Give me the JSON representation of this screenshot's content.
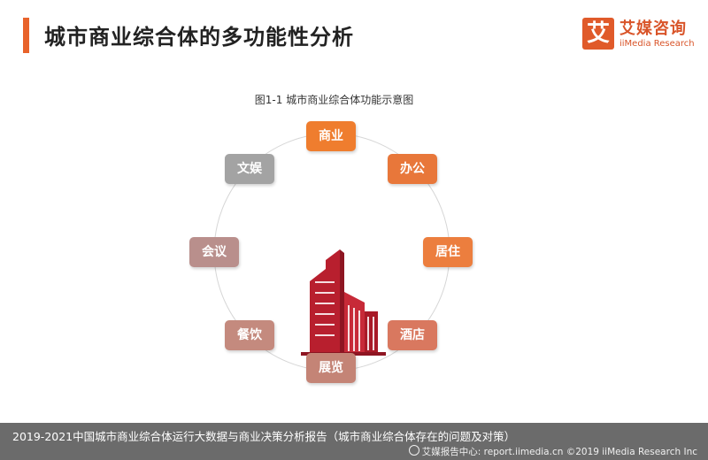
{
  "header": {
    "title": "城市商业综合体的多功能性分析",
    "accent_color": "#e8632b"
  },
  "logo": {
    "mark": "艾",
    "name_cn": "艾媒咨询",
    "name_en": "iiMedia Research"
  },
  "figure": {
    "title": "图1-1 城市商业综合体功能示意图",
    "center_icon": "building-icon",
    "nodes": [
      {
        "label": "商业",
        "color": "#ef7d2e"
      },
      {
        "label": "办公",
        "color": "#e8773a"
      },
      {
        "label": "居住",
        "color": "#ec7e3e"
      },
      {
        "label": "酒店",
        "color": "#d9785f"
      },
      {
        "label": "展览",
        "color": "#c48476"
      },
      {
        "label": "餐饮",
        "color": "#c48a7e"
      },
      {
        "label": "会议",
        "color": "#b98f8c"
      },
      {
        "label": "文娱",
        "color": "#a3a3a3"
      }
    ]
  },
  "footer": {
    "report_title": "2019-2021中国城市商业综合体运行大数据与商业决策分析报告（城市商业综合体存在的问题及对策）",
    "credit": "艾媒报告中心: report.iimedia.cn  ©2019  iiMedia Research  Inc"
  }
}
